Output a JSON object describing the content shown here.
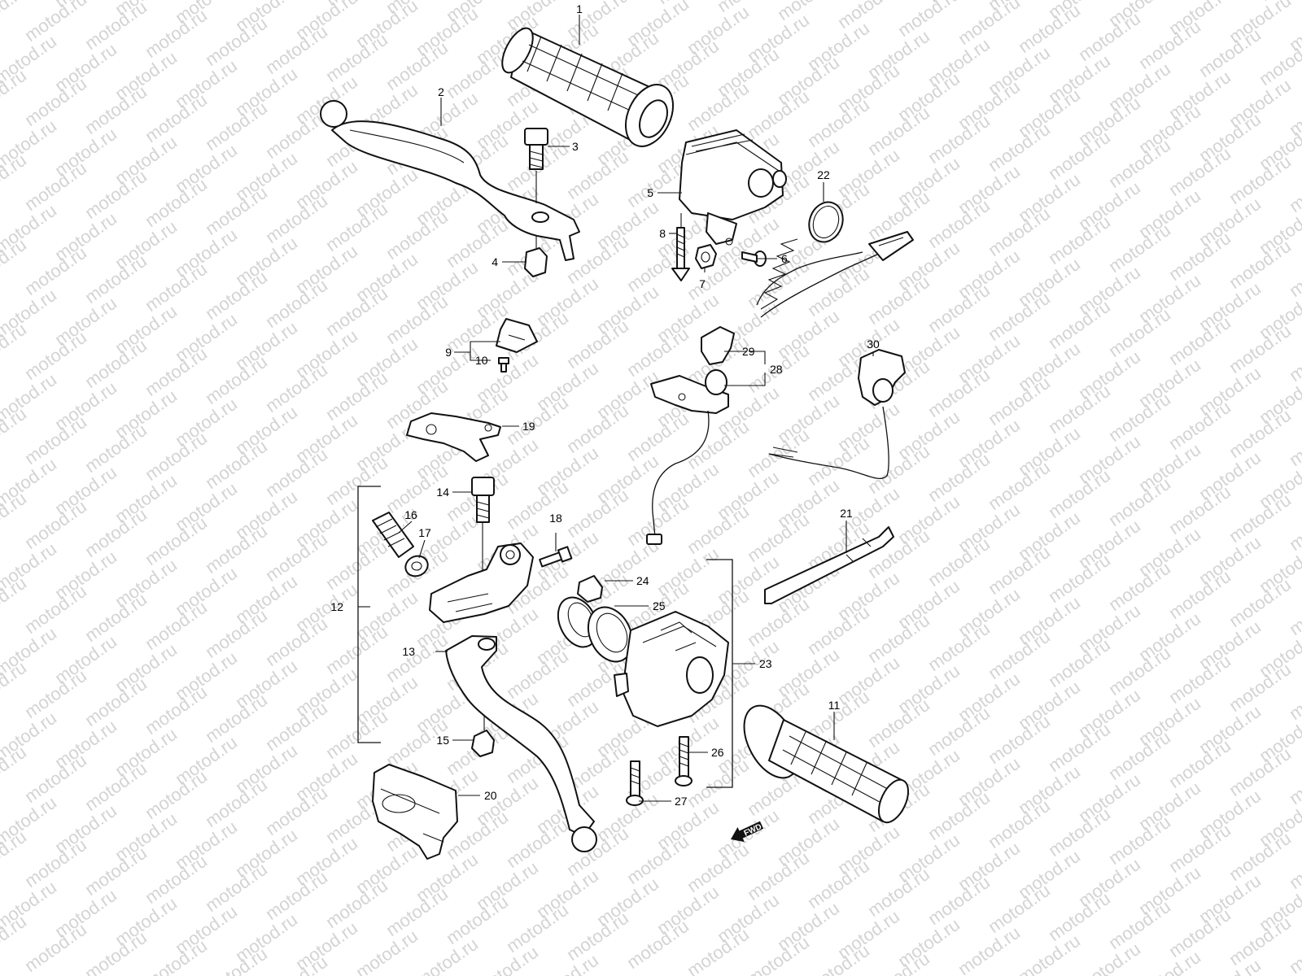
{
  "watermark": "motod.ru",
  "fwd_label": "FWD",
  "callouts": {
    "p1": "1",
    "p2": "2",
    "p3": "3",
    "p4": "4",
    "p5": "5",
    "p6": "6",
    "p7": "7",
    "p8": "8",
    "p9": "9",
    "p10": "10",
    "p11": "11",
    "p12": "12",
    "p13": "13",
    "p14": "14",
    "p15": "15",
    "p16": "16",
    "p17": "17",
    "p18": "18",
    "p19": "19",
    "p20": "20",
    "p21": "21",
    "p22": "22",
    "p23": "23",
    "p24": "24",
    "p25": "25",
    "p26": "26",
    "p27": "27",
    "p28": "28",
    "p29": "29",
    "p30": "30"
  },
  "icons": {
    "fwd": "arrow-left-icon"
  }
}
